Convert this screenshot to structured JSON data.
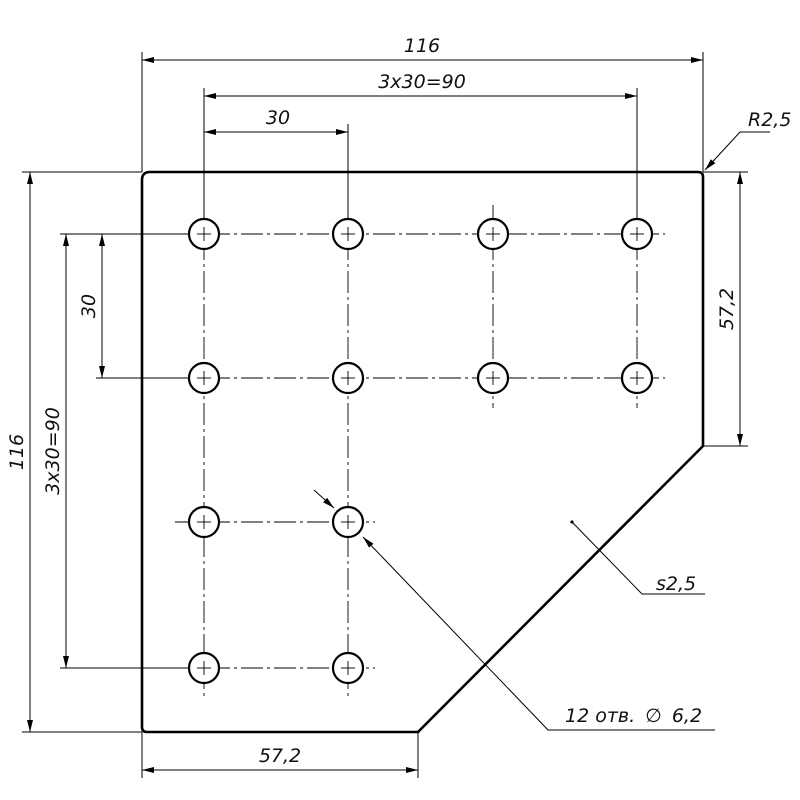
{
  "drawing": {
    "dimensions": {
      "overall_width": "116",
      "hole_span_horizontal": "3x30=90",
      "pitch_horizontal": "30",
      "corner_radius": "R2,5",
      "side_height_right": "57,2",
      "overall_height": "116",
      "hole_span_vertical": "3x30=90",
      "pitch_vertical": "30",
      "bottom_width": "57,2",
      "thickness": "s2,5",
      "holes_callout": "12 отв.",
      "diameter_symbol": "∅",
      "hole_diameter": "6,2"
    }
  }
}
